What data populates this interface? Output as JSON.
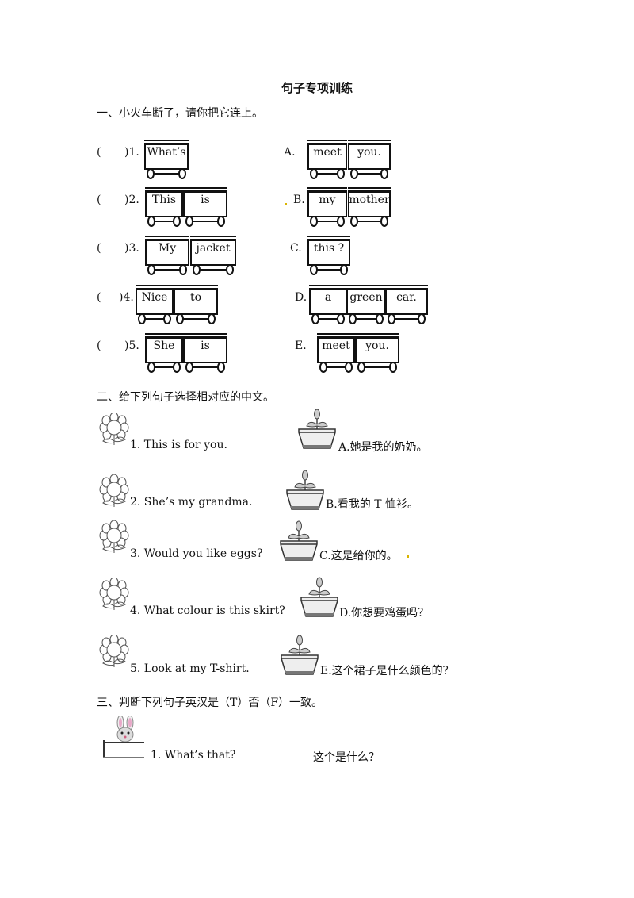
{
  "title": "句子专项训练",
  "section1": {
    "heading": "一、小火车断了，请你把它连上。",
    "left": [
      {
        "paren": "(",
        "close": ")1.",
        "cars": [
          "What’s"
        ]
      },
      {
        "paren": "(",
        "close": ")2.",
        "cars": [
          "This",
          "is"
        ]
      },
      {
        "paren": "(",
        "close": ")3.",
        "cars": [
          "My",
          "jacket"
        ]
      },
      {
        "paren": "(",
        "close": ")4.",
        "cars": [
          "Nice",
          "to"
        ]
      },
      {
        "paren": "(",
        "close": ")5.",
        "cars": [
          "She",
          "is"
        ]
      }
    ],
    "right": [
      {
        "label": "A.",
        "cars": [
          "meet",
          "you."
        ]
      },
      {
        "label": "B.",
        "cars": [
          "my",
          "mother"
        ]
      },
      {
        "label": "C.",
        "cars": [
          "this ?"
        ]
      },
      {
        "label": "D.",
        "cars": [
          "a",
          "green",
          "car."
        ]
      },
      {
        "label": "E.",
        "cars": [
          "meet",
          "you."
        ]
      }
    ]
  },
  "section2": {
    "heading": "二、给下列句子选择相对应的中文。",
    "items": [
      {
        "english": "1. This  is  for  you.",
        "chinese": "A.她是我的奶奶。"
      },
      {
        "english": "2. She’s  my  grandma.",
        "chinese": "B.看我的 T 恤衫。"
      },
      {
        "english": "3. Would  you  like eggs?",
        "chinese": "C.这是给你的。"
      },
      {
        "english": "4. What  colour  is  this  skirt?",
        "chinese": "D.你想要鸡蛋吗？"
      },
      {
        "english": "5. Look  at  my  T-shirt.",
        "chinese": "E.这个裙子是什么颜色的？"
      }
    ]
  },
  "section3": {
    "heading": "三、判断下列句子英汉是（T）否（F）一致。",
    "items": [
      {
        "english": "1.  What’s  that?",
        "chinese": "这个是什么？"
      }
    ]
  }
}
